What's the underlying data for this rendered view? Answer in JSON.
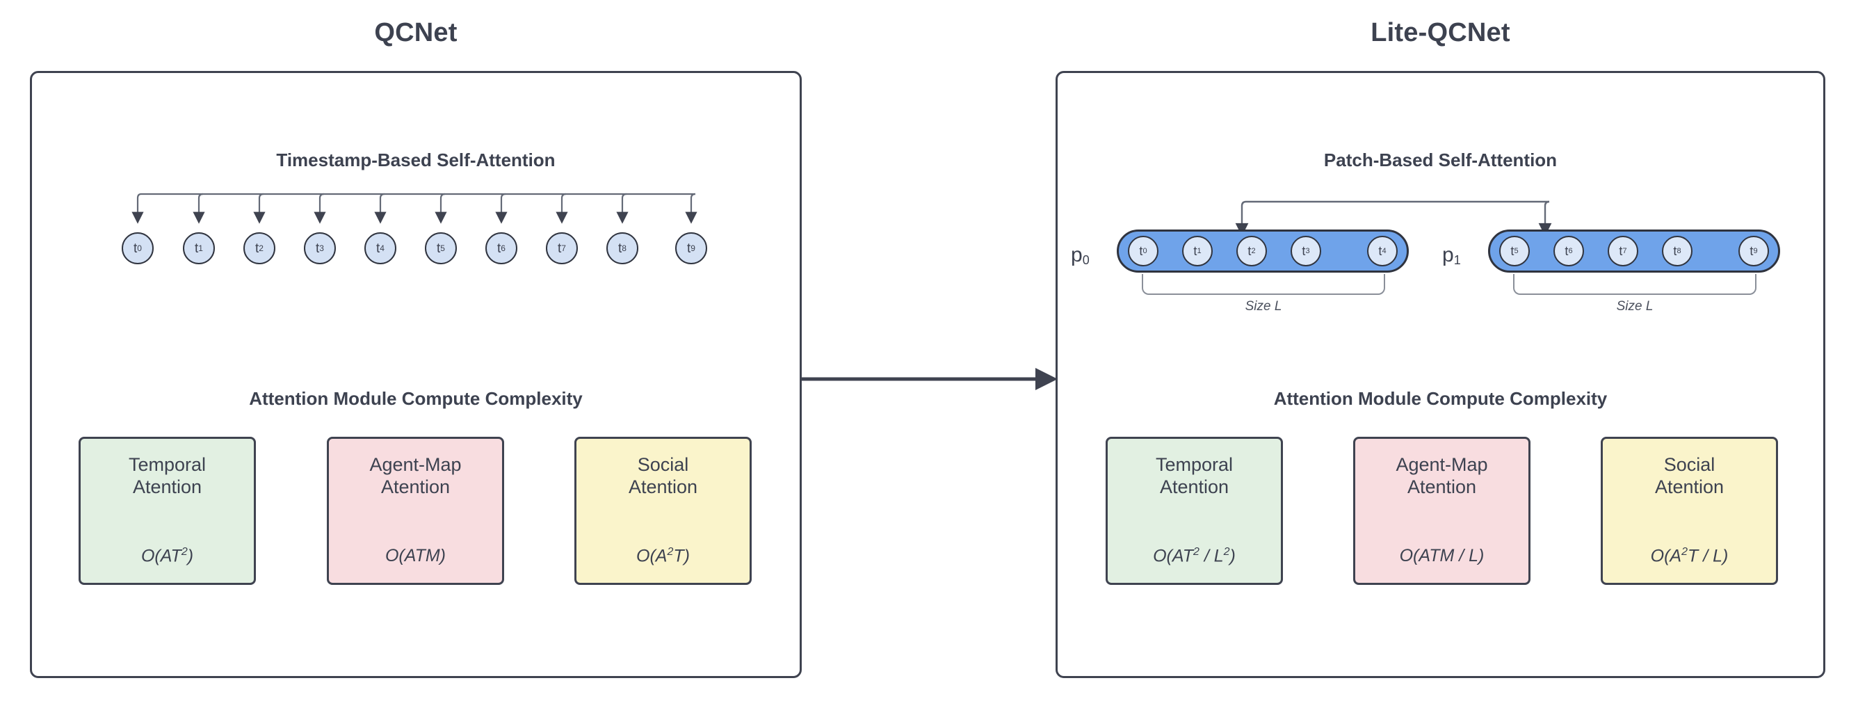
{
  "left_panel": {
    "title": "QCNet",
    "heading": "Timestamp-Based Self-Attention",
    "complexity_heading": "Attention Module Compute Complexity",
    "timestamps": [
      {
        "base": "t",
        "sub": "0"
      },
      {
        "base": "t",
        "sub": "1"
      },
      {
        "base": "t",
        "sub": "2"
      },
      {
        "base": "t",
        "sub": "3"
      },
      {
        "base": "t",
        "sub": "4"
      },
      {
        "base": "t",
        "sub": "5"
      },
      {
        "base": "t",
        "sub": "6"
      },
      {
        "base": "t",
        "sub": "7"
      },
      {
        "base": "t",
        "sub": "8"
      },
      {
        "base": "t",
        "sub": "9"
      }
    ],
    "boxes": [
      {
        "name": "Temporal\nAtention",
        "formula_main": "O(AT",
        "formula_sup": "2",
        "formula_tail": ")",
        "fill": "#e2f0e2",
        "border": "#3f4350"
      },
      {
        "name": "Agent-Map\nAtention",
        "formula_main": "O(ATM)",
        "formula_sup": "",
        "formula_tail": "",
        "fill": "#f8dde0",
        "border": "#3f4350"
      },
      {
        "name": "Social\nAtention",
        "formula_main": "O(A",
        "formula_sup": "2",
        "formula_tail": "T)",
        "fill": "#faf4cb",
        "border": "#3f4350"
      }
    ]
  },
  "right_panel": {
    "title": "Lite-QCNet",
    "heading": "Patch-Based Self-Attention",
    "complexity_heading": "Attention Module Compute Complexity",
    "patches": [
      {
        "label_base": "p",
        "label_sub": "0",
        "size_label": "Size L",
        "timestamps": [
          {
            "base": "t",
            "sub": "0"
          },
          {
            "base": "t",
            "sub": "1"
          },
          {
            "base": "t",
            "sub": "2"
          },
          {
            "base": "t",
            "sub": "3"
          },
          {
            "base": "t",
            "sub": "4"
          }
        ]
      },
      {
        "label_base": "p",
        "label_sub": "1",
        "size_label": "Size L",
        "timestamps": [
          {
            "base": "t",
            "sub": "5"
          },
          {
            "base": "t",
            "sub": "6"
          },
          {
            "base": "t",
            "sub": "7"
          },
          {
            "base": "t",
            "sub": "8"
          },
          {
            "base": "t",
            "sub": "9"
          }
        ]
      }
    ],
    "boxes": [
      {
        "name": "Temporal\nAtention",
        "formula_main": "O(AT",
        "formula_sup": "2",
        "formula_tail": " / L",
        "formula_sup2": "2",
        "formula_tail2": ")",
        "fill": "#e2f0e2",
        "border": "#3f4350"
      },
      {
        "name": "Agent-Map\nAtention",
        "formula_main": "O(ATM / L)",
        "formula_sup": "",
        "formula_tail": "",
        "fill": "#f8dde0",
        "border": "#3f4350"
      },
      {
        "name": "Social\nAtention",
        "formula_main": "O(A",
        "formula_sup": "2",
        "formula_tail": "T / L)",
        "fill": "#faf4cb",
        "border": "#3f4350"
      }
    ]
  },
  "colors": {
    "panel_border": "#3f4350",
    "text": "#3d4250",
    "circle_fill": "#d4e1f4",
    "capsule_fill": "#6fa3ea",
    "patch_circle_fill": "#dde8f8",
    "arrow": "#3f4350",
    "thin_arrow": "#555a66",
    "bracket": "#8a8f99",
    "green_box": "#e2f0e2",
    "pink_box": "#f8dde0",
    "yellow_box": "#faf4cb"
  },
  "transition_arrow": {
    "name": "left-to-right-transition-arrow"
  }
}
